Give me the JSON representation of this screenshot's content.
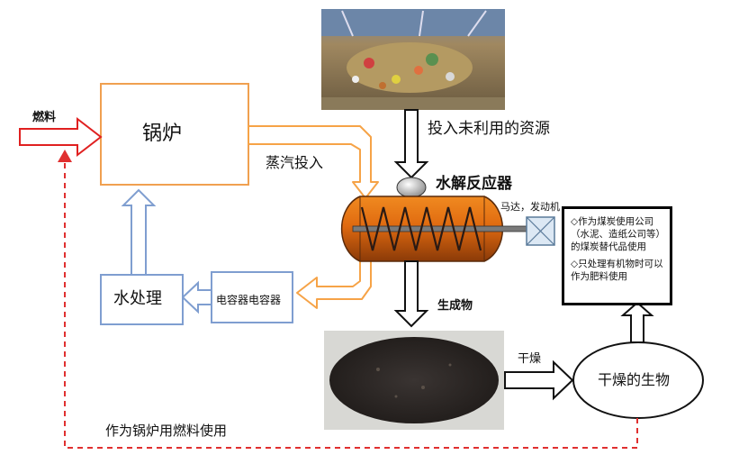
{
  "labels": {
    "boiler": "锅炉",
    "steam_input": "蒸汽投入",
    "fuel": "燃料",
    "input_resources": "投入未利用的资源",
    "hydrolysis_reactor": "水解反应器",
    "motor_engine": "马达，发动机",
    "product": "生成物",
    "drying": "干燥",
    "water_treatment": "水处理",
    "condenser": "电容器电容器",
    "dried_product": "干燥的生物",
    "boiler_fuel_use": "作为锅炉用燃料使用"
  },
  "uses": [
    "◇作为煤炭使用公司（水泥、造纸公司等）的煤炭替代品使用",
    "◇只处理有机物时可以作为肥料使用"
  ],
  "colors": {
    "boiler_border": "#f0a050",
    "steam_arrow": "#f6a347",
    "water_border": "#7f9ed0",
    "fuel_arrow": "#e02020",
    "dashed_return": "#e03030",
    "reactor_body": "#e07010",
    "reactor_dark": "#5a2a0a",
    "screw": "#2a1a14",
    "black_arrow": "#111111"
  },
  "images": {
    "input_photo": "waste-pit-photo",
    "output_photo": "compost-soil-photo"
  }
}
